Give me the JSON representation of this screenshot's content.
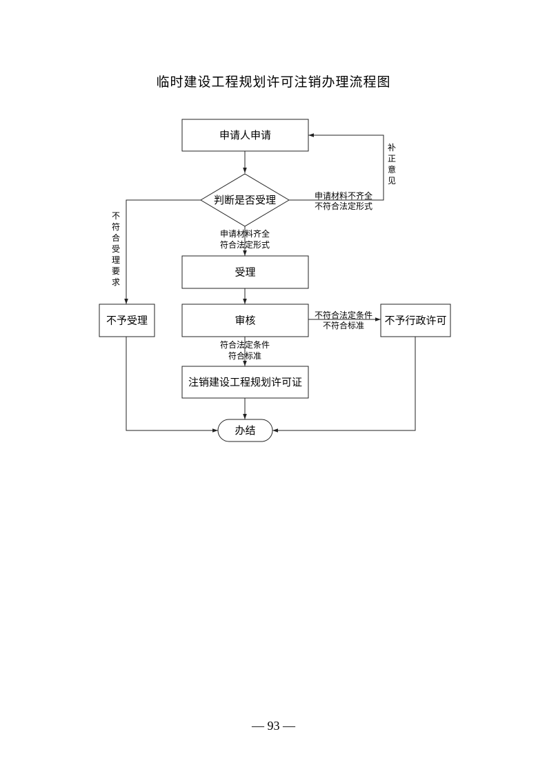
{
  "title": "临时建设工程规划许可注销办理流程图",
  "nodes": {
    "apply": "申请人申请",
    "judge": "判断是否受理",
    "accept": "受理",
    "review": "审核",
    "cancel_permit": "注销建设工程规划许可证",
    "reject_accept": "不予受理",
    "reject_permit": "不予行政许可",
    "finish": "办结"
  },
  "edges": {
    "incomplete_line1": "申请材料不齐全",
    "incomplete_line2": "不符合法定形式",
    "supplement": [
      "补",
      "正",
      "意",
      "见"
    ],
    "complete_line1": "申请材料齐全",
    "complete_line2": "符合法定形式",
    "not_meet_requirements": [
      "不",
      "符",
      "合",
      "受",
      "理",
      "要",
      "求"
    ],
    "fail_line1": "不符合法定条件",
    "fail_line2": "不符合标准",
    "pass_line1": "符合法定条件",
    "pass_line2": "符合标准"
  },
  "footer": {
    "page_number": "— 93 —"
  }
}
